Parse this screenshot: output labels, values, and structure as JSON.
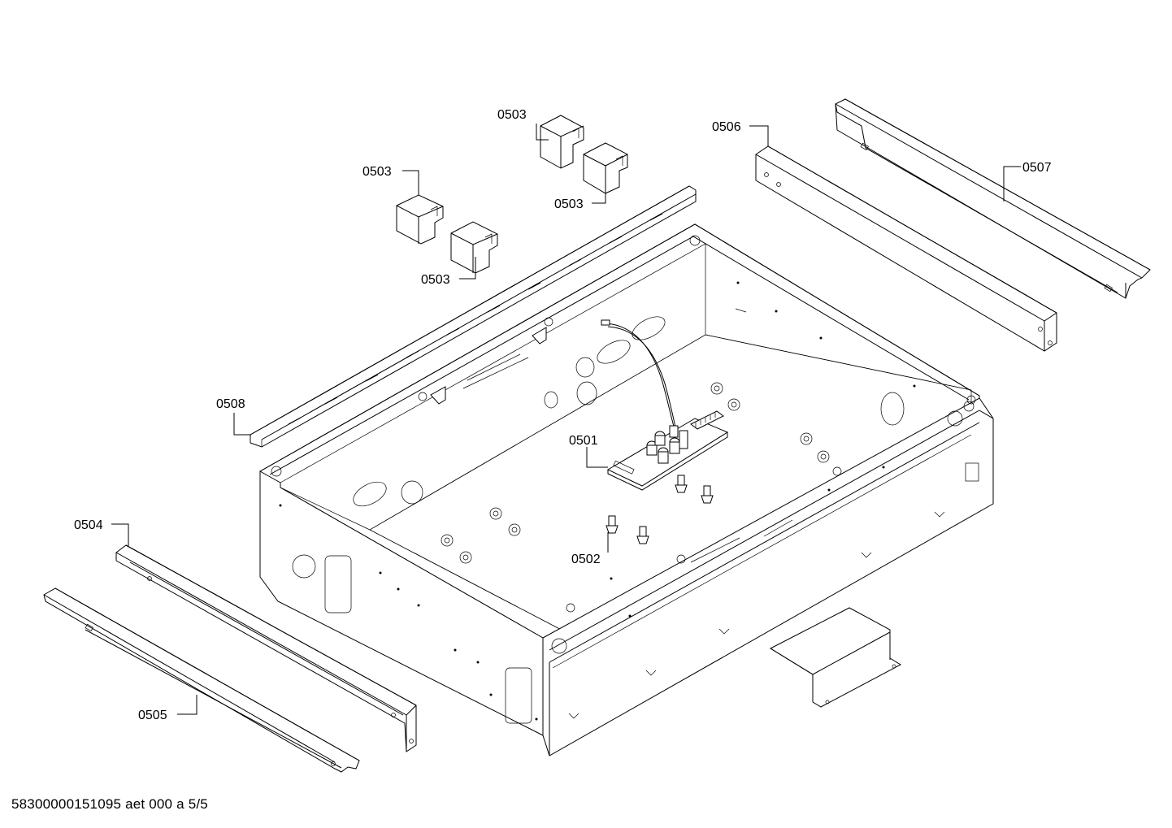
{
  "drawing": {
    "footer_code": "58300000151095 aet 000 a 5/5",
    "callouts": {
      "c0501": "0501",
      "c0502": "0502",
      "c0503_top": "0503",
      "c0503_left": "0503",
      "c0503_right": "0503",
      "c0503_bottom": "0503",
      "c0504": "0504",
      "c0505": "0505",
      "c0506": "0506",
      "c0507": "0507",
      "c0508": "0508"
    }
  }
}
